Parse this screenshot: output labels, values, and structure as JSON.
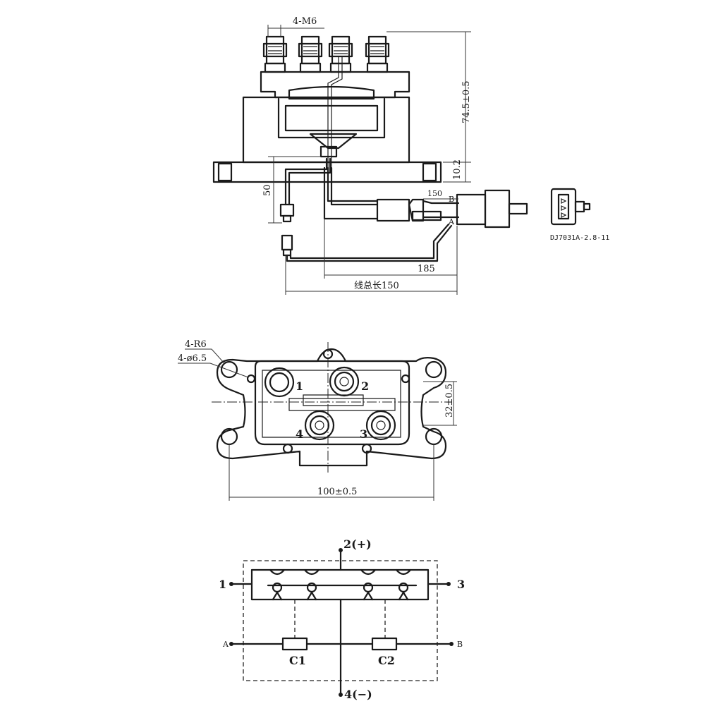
{
  "top_view": {
    "bolt_label": "4-M6",
    "height_label": "74.5±0.5",
    "flange_label": "10.2",
    "left_lead_label": "50",
    "wire_label_150": "150",
    "pin_b": "B",
    "pin_a": "A",
    "wire_185": "185",
    "total_length": "线总长150",
    "connector_code": "DJ7031A-2.8-11"
  },
  "plan_view": {
    "radius_label": "4-R6",
    "hole_label": "4-ø6.5",
    "terminal_1": "1",
    "terminal_2": "2",
    "terminal_3": "3",
    "terminal_4": "4",
    "pitch_label": "32±0.5",
    "width_label": "100±0.5"
  },
  "schematic": {
    "top_terminal": "2(+)",
    "bottom_terminal": "4(−)",
    "left_terminal": "1",
    "right_terminal": "3",
    "coil_left": "C1",
    "coil_right": "C2",
    "input_a": "A",
    "input_b": "B"
  }
}
